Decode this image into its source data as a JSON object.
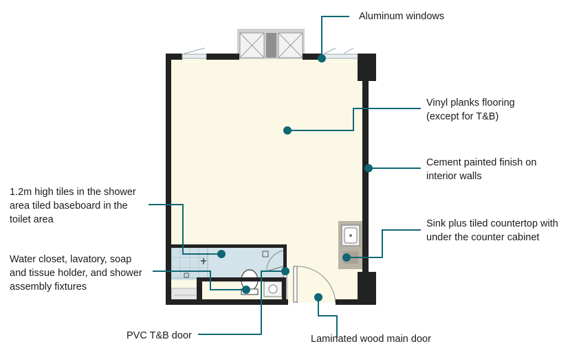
{
  "labels": {
    "windows": [
      "Aluminum windows"
    ],
    "flooring": [
      "Vinyl planks flooring",
      "(except for T&B)"
    ],
    "walls": [
      "Cement painted finish on",
      "interior walls"
    ],
    "tiles": [
      "1.2m high tiles in the shower",
      "area tiled baseboard in the",
      "toilet area"
    ],
    "sink": [
      "Sink plus tiled countertop with",
      "under the counter cabinet"
    ],
    "fixtures": [
      "Water closet, lavatory, soap",
      "and tissue holder, and shower",
      "assembly fixtures"
    ],
    "pvc_door": [
      "PVC T&B door"
    ],
    "main_door": [
      "Laminated wood main door"
    ]
  },
  "colors": {
    "leader": "#0f6674",
    "wall": "#222222",
    "floor": "#fbf8e6",
    "bath_tile": "#d3e3ea",
    "counter": "#b9b3a6"
  }
}
